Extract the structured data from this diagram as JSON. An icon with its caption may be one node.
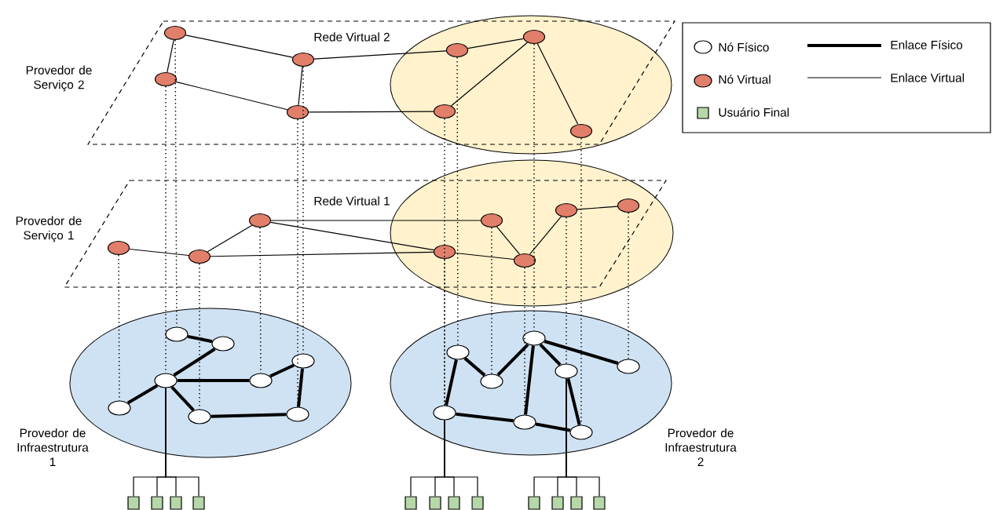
{
  "diagram": {
    "nodes": [
      {
        "text": [
          "Provedor de Serviço 2",
          "Rede Virtual 2"
        ]
      },
      {
        "text": [],
        "shape": "ellipse",
        "in": 0
      },
      {
        "text": [],
        "shape": "ellipse",
        "in": 0
      },
      {
        "text": [],
        "shape": "ellipse",
        "in": 0
      },
      {
        "text": [],
        "shape": "ellipse",
        "in": 0
      },
      {
        "text": [],
        "shape": "ellipse",
        "in": 0
      },
      {
        "text": [],
        "shape": "ellipse",
        "in": 0
      },
      {
        "text": [],
        "shape": "ellipse",
        "in": 0
      },
      {
        "text": [],
        "shape": "ellipse",
        "in": 0
      },
      {
        "text": [
          "Provedor de Serviço 1",
          "Rede Virtual 1"
        ]
      },
      {
        "text": [],
        "shape": "ellipse",
        "in": 9
      },
      {
        "text": [],
        "shape": "ellipse",
        "in": 9
      },
      {
        "text": [],
        "shape": "ellipse",
        "in": 9
      },
      {
        "text": [],
        "shape": "ellipse",
        "in": 9
      },
      {
        "text": [],
        "shape": "ellipse",
        "in": 9
      },
      {
        "text": [],
        "shape": "ellipse",
        "in": 9
      },
      {
        "text": [],
        "shape": "ellipse",
        "in": 9
      },
      {
        "text": [],
        "shape": "ellipse",
        "in": 9
      },
      {
        "text": [
          "Provedor de Infraestrutura 1"
        ]
      },
      {
        "text": [],
        "shape": "ellipse",
        "in": 18
      },
      {
        "text": [],
        "shape": "ellipse",
        "in": 18
      },
      {
        "text": [],
        "shape": "ellipse",
        "in": 18
      },
      {
        "text": [],
        "shape": "ellipse",
        "in": 18
      },
      {
        "text": [],
        "shape": "ellipse",
        "in": 18
      },
      {
        "text": [],
        "shape": "ellipse",
        "in": 18
      },
      {
        "text": [],
        "shape": "ellipse",
        "in": 18
      },
      {
        "text": [],
        "shape": "ellipse",
        "in": 18
      },
      {
        "text": [
          "Provedor de Infraestrutura 2"
        ]
      },
      {
        "text": [],
        "shape": "ellipse",
        "in": 27
      },
      {
        "text": [],
        "shape": "ellipse",
        "in": 27
      },
      {
        "text": [],
        "shape": "ellipse",
        "in": 27
      },
      {
        "text": [],
        "shape": "ellipse",
        "in": 27
      },
      {
        "text": [],
        "shape": "ellipse",
        "in": 27
      },
      {
        "text": [],
        "shape": "ellipse",
        "in": 27
      },
      {
        "text": [],
        "shape": "ellipse",
        "in": 27
      },
      {
        "text": [],
        "shape": "ellipse",
        "in": 27
      },
      {
        "text": [],
        "shape": "box"
      },
      {
        "text": [],
        "shape": "box"
      },
      {
        "text": [],
        "shape": "box"
      },
      {
        "text": [],
        "shape": "box"
      },
      {
        "text": [],
        "shape": "box"
      },
      {
        "text": [],
        "shape": "box"
      },
      {
        "text": [],
        "shape": "box"
      },
      {
        "text": [],
        "shape": "box"
      },
      {
        "text": [],
        "shape": "box"
      },
      {
        "text": [],
        "shape": "box"
      },
      {
        "text": [],
        "shape": "box"
      },
      {
        "text": [],
        "shape": "box"
      }
    ],
    "edges": [
      {
        "from": 1,
        "to": 3,
        "arrow": "none"
      },
      {
        "from": 1,
        "to": 2,
        "arrow": "none"
      },
      {
        "from": 2,
        "to": 4,
        "arrow": "none"
      },
      {
        "from": 3,
        "to": 4,
        "arrow": "none"
      },
      {
        "from": 3,
        "to": 5,
        "arrow": "none"
      },
      {
        "from": 5,
        "to": 6,
        "arrow": "none"
      },
      {
        "from": 6,
        "to": 7,
        "arrow": "none"
      },
      {
        "from": 4,
        "to": 7,
        "arrow": "none"
      },
      {
        "from": 6,
        "to": 8,
        "arrow": "none"
      },
      {
        "from": 10,
        "to": 11,
        "arrow": "none"
      },
      {
        "from": 11,
        "to": 12,
        "arrow": "none"
      },
      {
        "from": 12,
        "to": 13,
        "arrow": "none"
      },
      {
        "from": 12,
        "to": 14,
        "arrow": "none"
      },
      {
        "from": 11,
        "to": 14,
        "arrow": "none"
      },
      {
        "from": 14,
        "to": 15,
        "arrow": "none"
      },
      {
        "from": 13,
        "to": 15,
        "arrow": "none"
      },
      {
        "from": 15,
        "to": 16,
        "arrow": "none"
      },
      {
        "from": 16,
        "to": 17,
        "arrow": "none"
      },
      {
        "from": 19,
        "to": 20,
        "arrow": "none",
        "style": "thick"
      },
      {
        "from": 20,
        "to": 21,
        "arrow": "none",
        "style": "thick"
      },
      {
        "from": 21,
        "to": 22,
        "arrow": "none",
        "style": "thick"
      },
      {
        "from": 21,
        "to": 23,
        "arrow": "none",
        "style": "thick"
      },
      {
        "from": 23,
        "to": 24,
        "arrow": "none",
        "style": "thick"
      },
      {
        "from": 21,
        "to": 25,
        "arrow": "none",
        "style": "thick"
      },
      {
        "from": 25,
        "to": 26,
        "arrow": "none",
        "style": "thick"
      },
      {
        "from": 26,
        "to": 24,
        "arrow": "none",
        "style": "thick"
      },
      {
        "from": 29,
        "to": 30,
        "arrow": "none",
        "style": "thick"
      },
      {
        "from": 30,
        "to": 28,
        "arrow": "none",
        "style": "thick"
      },
      {
        "from": 28,
        "to": 31,
        "arrow": "none",
        "style": "thick"
      },
      {
        "from": 28,
        "to": 32,
        "arrow": "none",
        "style": "thick"
      },
      {
        "from": 28,
        "to": 34,
        "arrow": "none",
        "style": "thick"
      },
      {
        "from": 29,
        "to": 33,
        "arrow": "none",
        "style": "thick"
      },
      {
        "from": 33,
        "to": 34,
        "arrow": "none",
        "style": "thick"
      },
      {
        "from": 34,
        "to": 35,
        "arrow": "none",
        "style": "thick"
      },
      {
        "from": 31,
        "to": 35,
        "arrow": "none",
        "style": "thick"
      },
      {
        "from": 1,
        "to": 19,
        "arrow": "none",
        "style": "dashed"
      },
      {
        "from": 2,
        "to": 21,
        "arrow": "none",
        "style": "dashed"
      },
      {
        "from": 3,
        "to": 24,
        "arrow": "none",
        "style": "dashed"
      },
      {
        "from": 4,
        "to": 26,
        "arrow": "none",
        "style": "dashed"
      },
      {
        "from": 5,
        "to": 29,
        "arrow": "none",
        "style": "dashed"
      },
      {
        "from": 6,
        "to": 28,
        "arrow": "none",
        "style": "dashed"
      },
      {
        "from": 7,
        "to": 33,
        "arrow": "none",
        "style": "dashed"
      },
      {
        "from": 8,
        "to": 35,
        "arrow": "none",
        "style": "dashed"
      },
      {
        "from": 10,
        "to": 22,
        "arrow": "none",
        "style": "dashed"
      },
      {
        "from": 11,
        "to": 25,
        "arrow": "none",
        "style": "dashed"
      },
      {
        "from": 12,
        "to": 23,
        "arrow": "none",
        "style": "dashed"
      },
      {
        "from": 13,
        "to": 30,
        "arrow": "none",
        "style": "dashed"
      },
      {
        "from": 14,
        "to": 33,
        "arrow": "none",
        "style": "dashed"
      },
      {
        "from": 15,
        "to": 34,
        "arrow": "none",
        "style": "dashed"
      },
      {
        "from": 16,
        "to": 31,
        "arrow": "none",
        "style": "dashed"
      },
      {
        "from": 17,
        "to": 32,
        "arrow": "none",
        "style": "dashed"
      },
      {
        "from": 21,
        "to": 36,
        "arrow": "none"
      },
      {
        "from": 21,
        "to": 37,
        "arrow": "none"
      },
      {
        "from": 21,
        "to": 38,
        "arrow": "none"
      },
      {
        "from": 21,
        "to": 39,
        "arrow": "none"
      },
      {
        "from": 33,
        "to": 40,
        "arrow": "none"
      },
      {
        "from": 33,
        "to": 41,
        "arrow": "none"
      },
      {
        "from": 33,
        "to": 42,
        "arrow": "none"
      },
      {
        "from": 33,
        "to": 43,
        "arrow": "none"
      },
      {
        "from": 31,
        "to": 44,
        "arrow": "none"
      },
      {
        "from": 31,
        "to": 45,
        "arrow": "none"
      },
      {
        "from": 31,
        "to": 46,
        "arrow": "none"
      },
      {
        "from": 31,
        "to": 47,
        "arrow": "none"
      }
    ],
    "legend": [
      {
        "text": "Nó Físico"
      },
      {
        "text": "Enlace Físico"
      },
      {
        "text": "Nó Virtual",
        "color": "#e17f6b"
      },
      {
        "text": "Enlace Virtual"
      },
      {
        "text": "Usuário Final",
        "color": "#b6d7a8"
      }
    ]
  }
}
